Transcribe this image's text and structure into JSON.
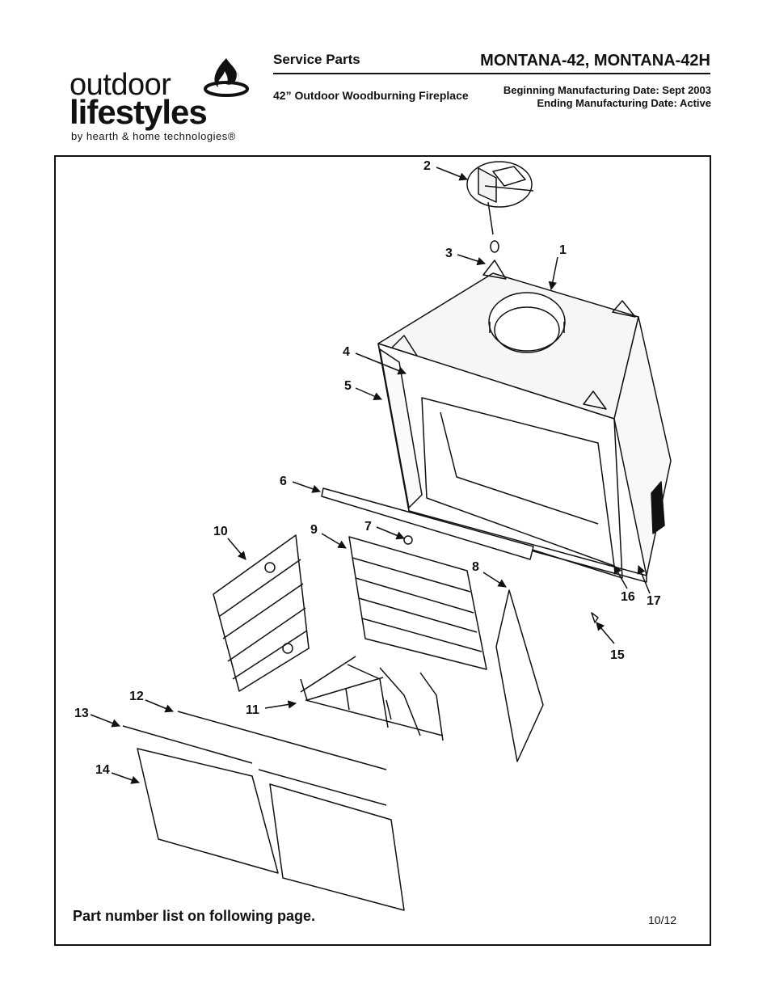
{
  "logo": {
    "line1": "outdoor",
    "line2": "lifestyles",
    "tagline": "by hearth & home technologies®"
  },
  "header": {
    "section": "Service Parts",
    "model": "MONTANA-42, MONTANA-42H",
    "description": "42” Outdoor Woodburning Fireplace",
    "begin_date": "Beginning Manufacturing Date: Sept 2003",
    "end_date": "Ending Manufacturing Date: Active"
  },
  "diagram": {
    "callouts": [
      "1",
      "2",
      "3",
      "4",
      "5",
      "6",
      "7",
      "8",
      "9",
      "10",
      "11",
      "12",
      "13",
      "14",
      "15",
      "16",
      "17"
    ]
  },
  "footer": {
    "note": "Part number list on following page.",
    "date": "10/12"
  }
}
